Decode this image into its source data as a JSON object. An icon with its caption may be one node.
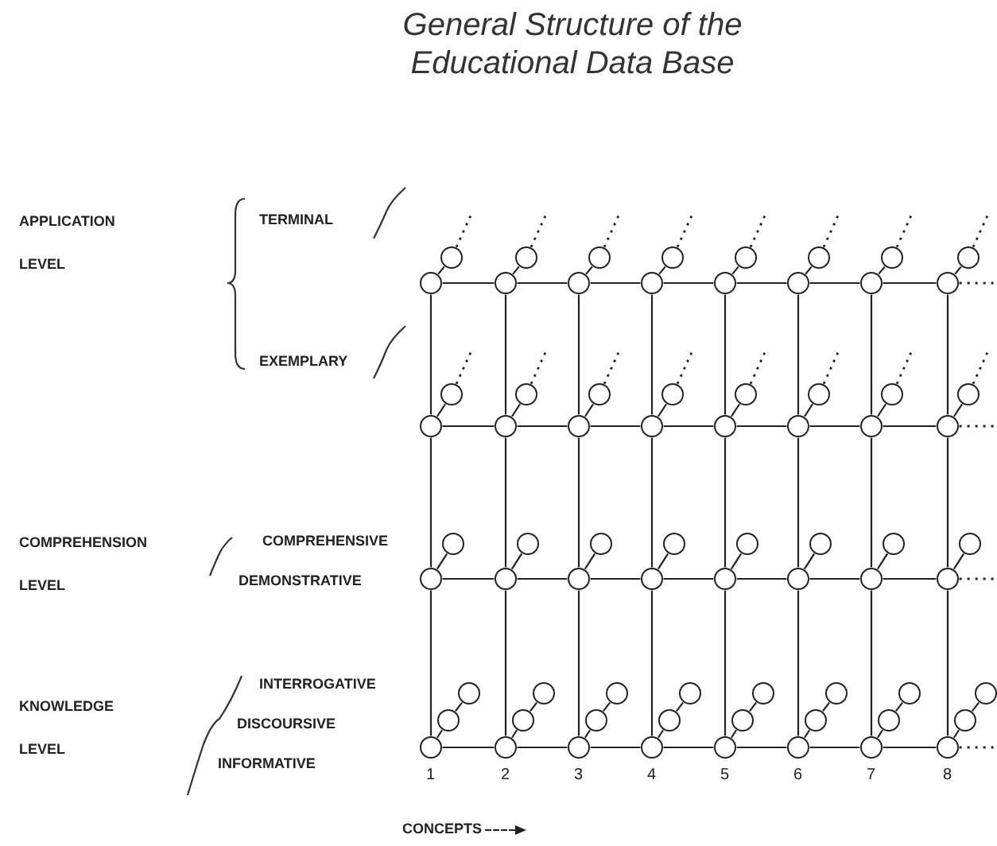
{
  "diagram": {
    "title": "General Structure of the Educational Data Base",
    "nodes": [
      {
        "text": [],
        "shape": "circle"
      },
      {
        "text": [],
        "shape": "circle"
      },
      {
        "text": [],
        "shape": "circle"
      },
      {
        "text": [],
        "shape": "circle"
      },
      {
        "text": [],
        "shape": "circle"
      },
      {
        "text": [],
        "shape": "circle"
      },
      {
        "text": [],
        "shape": "circle"
      },
      {
        "text": [],
        "shape": "circle"
      },
      {
        "text": [],
        "shape": "circle"
      },
      {
        "text": [],
        "shape": "circle"
      },
      {
        "text": [],
        "shape": "circle"
      },
      {
        "text": [],
        "shape": "circle"
      },
      {
        "text": [],
        "shape": "circle"
      },
      {
        "text": [],
        "shape": "circle"
      },
      {
        "text": [],
        "shape": "circle"
      },
      {
        "text": [],
        "shape": "circle"
      },
      {
        "text": [],
        "shape": "circle"
      },
      {
        "text": [],
        "shape": "circle"
      },
      {
        "text": [],
        "shape": "circle"
      },
      {
        "text": [],
        "shape": "circle"
      },
      {
        "text": [],
        "shape": "circle"
      },
      {
        "text": [],
        "shape": "circle"
      },
      {
        "text": [],
        "shape": "circle"
      },
      {
        "text": [],
        "shape": "circle"
      },
      {
        "text": [],
        "shape": "circle"
      },
      {
        "text": [],
        "shape": "circle"
      },
      {
        "text": [],
        "shape": "circle"
      },
      {
        "text": [],
        "shape": "circle"
      },
      {
        "text": [],
        "shape": "circle"
      },
      {
        "text": [],
        "shape": "circle"
      },
      {
        "text": [],
        "shape": "circle"
      },
      {
        "text": [],
        "shape": "circle"
      },
      {
        "text": [],
        "shape": "circle"
      },
      {
        "text": [],
        "shape": "circle"
      },
      {
        "text": [],
        "shape": "circle"
      },
      {
        "text": [],
        "shape": "circle"
      },
      {
        "text": [],
        "shape": "circle"
      },
      {
        "text": [],
        "shape": "circle"
      },
      {
        "text": [],
        "shape": "circle"
      },
      {
        "text": [],
        "shape": "circle"
      },
      {
        "text": [],
        "shape": "circle"
      },
      {
        "text": [],
        "shape": "circle"
      },
      {
        "text": [],
        "shape": "circle"
      },
      {
        "text": [],
        "shape": "circle"
      },
      {
        "text": [],
        "shape": "circle"
      },
      {
        "text": [],
        "shape": "circle"
      },
      {
        "text": [],
        "shape": "circle"
      },
      {
        "text": [],
        "shape": "circle"
      },
      {
        "text": [],
        "shape": "circle"
      },
      {
        "text": [],
        "shape": "circle"
      },
      {
        "text": [],
        "shape": "circle"
      },
      {
        "text": [],
        "shape": "circle"
      },
      {
        "text": [],
        "shape": "circle"
      },
      {
        "text": [],
        "shape": "circle"
      },
      {
        "text": [],
        "shape": "circle"
      },
      {
        "text": [],
        "shape": "circle"
      },
      {
        "text": [],
        "shape": "circle"
      },
      {
        "text": [],
        "shape": "circle"
      },
      {
        "text": [],
        "shape": "circle"
      },
      {
        "text": [],
        "shape": "circle"
      },
      {
        "text": [],
        "shape": "circle"
      },
      {
        "text": [],
        "shape": "circle"
      },
      {
        "text": [],
        "shape": "circle"
      },
      {
        "text": [],
        "shape": "circle"
      },
      {
        "text": [],
        "shape": "circle"
      },
      {
        "text": [],
        "shape": "circle"
      },
      {
        "text": [],
        "shape": "circle"
      },
      {
        "text": [],
        "shape": "circle"
      },
      {
        "text": [],
        "shape": "circle"
      },
      {
        "text": [],
        "shape": "circle"
      },
      {
        "text": [],
        "shape": "circle"
      },
      {
        "text": [],
        "shape": "circle"
      }
    ],
    "edges": [
      {
        "from": 8,
        "to": 9,
        "arrow": "none"
      },
      {
        "from": 9,
        "to": 10,
        "arrow": "none"
      },
      {
        "from": 10,
        "to": 11,
        "arrow": "none"
      },
      {
        "from": 11,
        "to": 12,
        "arrow": "none"
      },
      {
        "from": 12,
        "to": 13,
        "arrow": "none"
      },
      {
        "from": 13,
        "to": 14,
        "arrow": "none"
      },
      {
        "from": 14,
        "to": 15,
        "arrow": "none"
      },
      {
        "from": 24,
        "to": 25,
        "arrow": "none"
      },
      {
        "from": 25,
        "to": 26,
        "arrow": "none"
      },
      {
        "from": 26,
        "to": 27,
        "arrow": "none"
      },
      {
        "from": 27,
        "to": 28,
        "arrow": "none"
      },
      {
        "from": 28,
        "to": 29,
        "arrow": "none"
      },
      {
        "from": 29,
        "to": 30,
        "arrow": "none"
      },
      {
        "from": 30,
        "to": 31,
        "arrow": "none"
      },
      {
        "from": 40,
        "to": 41,
        "arrow": "none"
      },
      {
        "from": 41,
        "to": 42,
        "arrow": "none"
      },
      {
        "from": 42,
        "to": 43,
        "arrow": "none"
      },
      {
        "from": 43,
        "to": 44,
        "arrow": "none"
      },
      {
        "from": 44,
        "to": 45,
        "arrow": "none"
      },
      {
        "from": 45,
        "to": 46,
        "arrow": "none"
      },
      {
        "from": 46,
        "to": 47,
        "arrow": "none"
      },
      {
        "from": 64,
        "to": 65,
        "arrow": "none"
      },
      {
        "from": 65,
        "to": 66,
        "arrow": "none"
      },
      {
        "from": 66,
        "to": 67,
        "arrow": "none"
      },
      {
        "from": 67,
        "to": 68,
        "arrow": "none"
      },
      {
        "from": 68,
        "to": 69,
        "arrow": "none"
      },
      {
        "from": 69,
        "to": 70,
        "arrow": "none"
      },
      {
        "from": 70,
        "to": 71,
        "arrow": "none"
      },
      {
        "from": 15,
        "to": null,
        "arrow": "none",
        "style": "dashed"
      },
      {
        "from": 31,
        "to": null,
        "arrow": "none",
        "style": "dashed"
      },
      {
        "from": 47,
        "to": null,
        "arrow": "none",
        "style": "dashed"
      },
      {
        "from": 71,
        "to": null,
        "arrow": "none",
        "style": "dashed"
      },
      {
        "from": 64,
        "to": 40,
        "arrow": "none"
      },
      {
        "from": 40,
        "to": 24,
        "arrow": "none"
      },
      {
        "from": 24,
        "to": 8,
        "arrow": "none"
      },
      {
        "from": 65,
        "to": 41,
        "arrow": "none"
      },
      {
        "from": 41,
        "to": 25,
        "arrow": "none"
      },
      {
        "from": 25,
        "to": 9,
        "arrow": "none"
      },
      {
        "from": 66,
        "to": 42,
        "arrow": "none"
      },
      {
        "from": 42,
        "to": 26,
        "arrow": "none"
      },
      {
        "from": 26,
        "to": 10,
        "arrow": "none"
      },
      {
        "from": 67,
        "to": 43,
        "arrow": "none"
      },
      {
        "from": 43,
        "to": 27,
        "arrow": "none"
      },
      {
        "from": 27,
        "to": 11,
        "arrow": "none"
      },
      {
        "from": 68,
        "to": 44,
        "arrow": "none"
      },
      {
        "from": 44,
        "to": 28,
        "arrow": "none"
      },
      {
        "from": 28,
        "to": 12,
        "arrow": "none"
      },
      {
        "from": 69,
        "to": 45,
        "arrow": "none"
      },
      {
        "from": 45,
        "to": 29,
        "arrow": "none"
      },
      {
        "from": 29,
        "to": 13,
        "arrow": "none"
      },
      {
        "from": 70,
        "to": 46,
        "arrow": "none"
      },
      {
        "from": 46,
        "to": 30,
        "arrow": "none"
      },
      {
        "from": 30,
        "to": 14,
        "arrow": "none"
      },
      {
        "from": 71,
        "to": 47,
        "arrow": "none"
      },
      {
        "from": 47,
        "to": 31,
        "arrow": "none"
      },
      {
        "from": 31,
        "to": 15,
        "arrow": "none"
      },
      {
        "from": 8,
        "to": 0,
        "arrow": "none"
      },
      {
        "from": 9,
        "to": 1,
        "arrow": "none"
      },
      {
        "from": 10,
        "to": 2,
        "arrow": "none"
      },
      {
        "from": 11,
        "to": 3,
        "arrow": "none"
      },
      {
        "from": 12,
        "to": 4,
        "arrow": "none"
      },
      {
        "from": 13,
        "to": 5,
        "arrow": "none"
      },
      {
        "from": 14,
        "to": 6,
        "arrow": "none"
      },
      {
        "from": 15,
        "to": 7,
        "arrow": "none"
      },
      {
        "from": 0,
        "to": null,
        "arrow": "none",
        "style": "dashed"
      },
      {
        "from": 1,
        "to": null,
        "arrow": "none",
        "style": "dashed"
      },
      {
        "from": 2,
        "to": null,
        "arrow": "none",
        "style": "dashed"
      },
      {
        "from": 3,
        "to": null,
        "arrow": "none",
        "style": "dashed"
      },
      {
        "from": 4,
        "to": null,
        "arrow": "none",
        "style": "dashed"
      },
      {
        "from": 5,
        "to": null,
        "arrow": "none",
        "style": "dashed"
      },
      {
        "from": 6,
        "to": null,
        "arrow": "none",
        "style": "dashed"
      },
      {
        "from": 7,
        "to": null,
        "arrow": "none",
        "style": "dashed"
      },
      {
        "from": 24,
        "to": 16,
        "arrow": "none"
      },
      {
        "from": 25,
        "to": 17,
        "arrow": "none"
      },
      {
        "from": 26,
        "to": 18,
        "arrow": "none"
      },
      {
        "from": 27,
        "to": 19,
        "arrow": "none"
      },
      {
        "from": 28,
        "to": 20,
        "arrow": "none"
      },
      {
        "from": 29,
        "to": 21,
        "arrow": "none"
      },
      {
        "from": 30,
        "to": 22,
        "arrow": "none"
      },
      {
        "from": 31,
        "to": 23,
        "arrow": "none"
      },
      {
        "from": 16,
        "to": null,
        "arrow": "none",
        "style": "dashed"
      },
      {
        "from": 17,
        "to": null,
        "arrow": "none",
        "style": "dashed"
      },
      {
        "from": 18,
        "to": null,
        "arrow": "none",
        "style": "dashed"
      },
      {
        "from": 19,
        "to": null,
        "arrow": "none",
        "style": "dashed"
      },
      {
        "from": 20,
        "to": null,
        "arrow": "none",
        "style": "dashed"
      },
      {
        "from": 21,
        "to": null,
        "arrow": "none",
        "style": "dashed"
      },
      {
        "from": 22,
        "to": null,
        "arrow": "none",
        "style": "dashed"
      },
      {
        "from": 23,
        "to": null,
        "arrow": "none",
        "style": "dashed"
      },
      {
        "from": 40,
        "to": 32,
        "arrow": "none"
      },
      {
        "from": 41,
        "to": 33,
        "arrow": "none"
      },
      {
        "from": 42,
        "to": 34,
        "arrow": "none"
      },
      {
        "from": 43,
        "to": 35,
        "arrow": "none"
      },
      {
        "from": 44,
        "to": 36,
        "arrow": "none"
      },
      {
        "from": 45,
        "to": 37,
        "arrow": "none"
      },
      {
        "from": 46,
        "to": 38,
        "arrow": "none"
      },
      {
        "from": 47,
        "to": 39,
        "arrow": "none"
      },
      {
        "from": 64,
        "to": 56,
        "arrow": "none"
      },
      {
        "from": 65,
        "to": 57,
        "arrow": "none"
      },
      {
        "from": 66,
        "to": 58,
        "arrow": "none"
      },
      {
        "from": 67,
        "to": 59,
        "arrow": "none"
      },
      {
        "from": 68,
        "to": 60,
        "arrow": "none"
      },
      {
        "from": 69,
        "to": 61,
        "arrow": "none"
      },
      {
        "from": 70,
        "to": 62,
        "arrow": "none"
      },
      {
        "from": 71,
        "to": 63,
        "arrow": "none"
      },
      {
        "from": 56,
        "to": 48,
        "arrow": "none"
      },
      {
        "from": 57,
        "to": 49,
        "arrow": "none"
      },
      {
        "from": 58,
        "to": 50,
        "arrow": "none"
      },
      {
        "from": 59,
        "to": 51,
        "arrow": "none"
      },
      {
        "from": 60,
        "to": 52,
        "arrow": "none"
      },
      {
        "from": 61,
        "to": 53,
        "arrow": "none"
      },
      {
        "from": 62,
        "to": 54,
        "arrow": "none"
      },
      {
        "from": 63,
        "to": 55,
        "arrow": "none"
      }
    ],
    "labels": [
      "TERMINAL",
      "APPLICATION LEVEL",
      "EXEMPLARY",
      "COMPREHENSION LEVEL",
      "COMPREHENSIVE",
      "DEMONSTRATIVE",
      "INTERROGATIVE",
      "KNOWLEDGE LEVEL",
      "DISCOURSIVE",
      "INFORMATIVE",
      "1",
      "2",
      "3",
      "4",
      "5",
      "6",
      "7",
      "8",
      "CONCEPTS"
    ]
  }
}
